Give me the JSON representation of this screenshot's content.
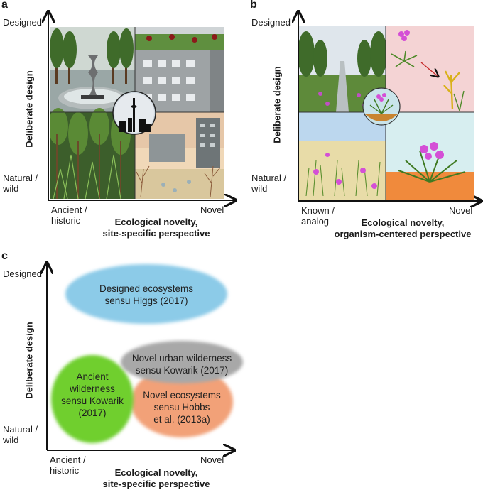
{
  "panel_a": {
    "letter": "a",
    "y_top": "Designed",
    "y_bottom": [
      "Natural /",
      "wild"
    ],
    "y_title": "Deliberate design",
    "x_left": [
      "Ancient /",
      "historic"
    ],
    "x_right": "Novel",
    "x_title": [
      "Ecological novelty,",
      "site-specific perspective"
    ]
  },
  "panel_b": {
    "letter": "b",
    "y_top": "Designed",
    "y_bottom": [
      "Natural /",
      "wild"
    ],
    "y_title": "Deliberate design",
    "x_left": [
      "Known /",
      "analog"
    ],
    "x_right": "Novel",
    "x_title": [
      "Ecological novelty,",
      "organism-centered perspective"
    ]
  },
  "panel_c": {
    "letter": "c",
    "y_top": "Designed",
    "y_bottom": [
      "Natural /",
      "wild"
    ],
    "y_title": "Deliberate design",
    "x_left": [
      "Ancient /",
      "historic"
    ],
    "x_right": "Novel",
    "x_title": [
      "Ecological novelty,",
      "site-specific perspective"
    ],
    "blobs": {
      "designed": [
        "Designed ecosystems",
        "sensu Higgs (2017)"
      ],
      "urban": [
        "Novel urban wilderness",
        "sensu Kowarik (2017)"
      ],
      "ancient": [
        "Ancient",
        "wilderness",
        "sensu Kowarik",
        "(2017)"
      ],
      "novel": [
        "Novel ecosystems",
        "sensu Hobbs",
        "et al. (2013a)"
      ]
    },
    "colors": {
      "designed": "#8ccbe8",
      "urban": "#a8a8a8",
      "ancient": "#6fcf2e",
      "novel": "#f2a178"
    }
  }
}
